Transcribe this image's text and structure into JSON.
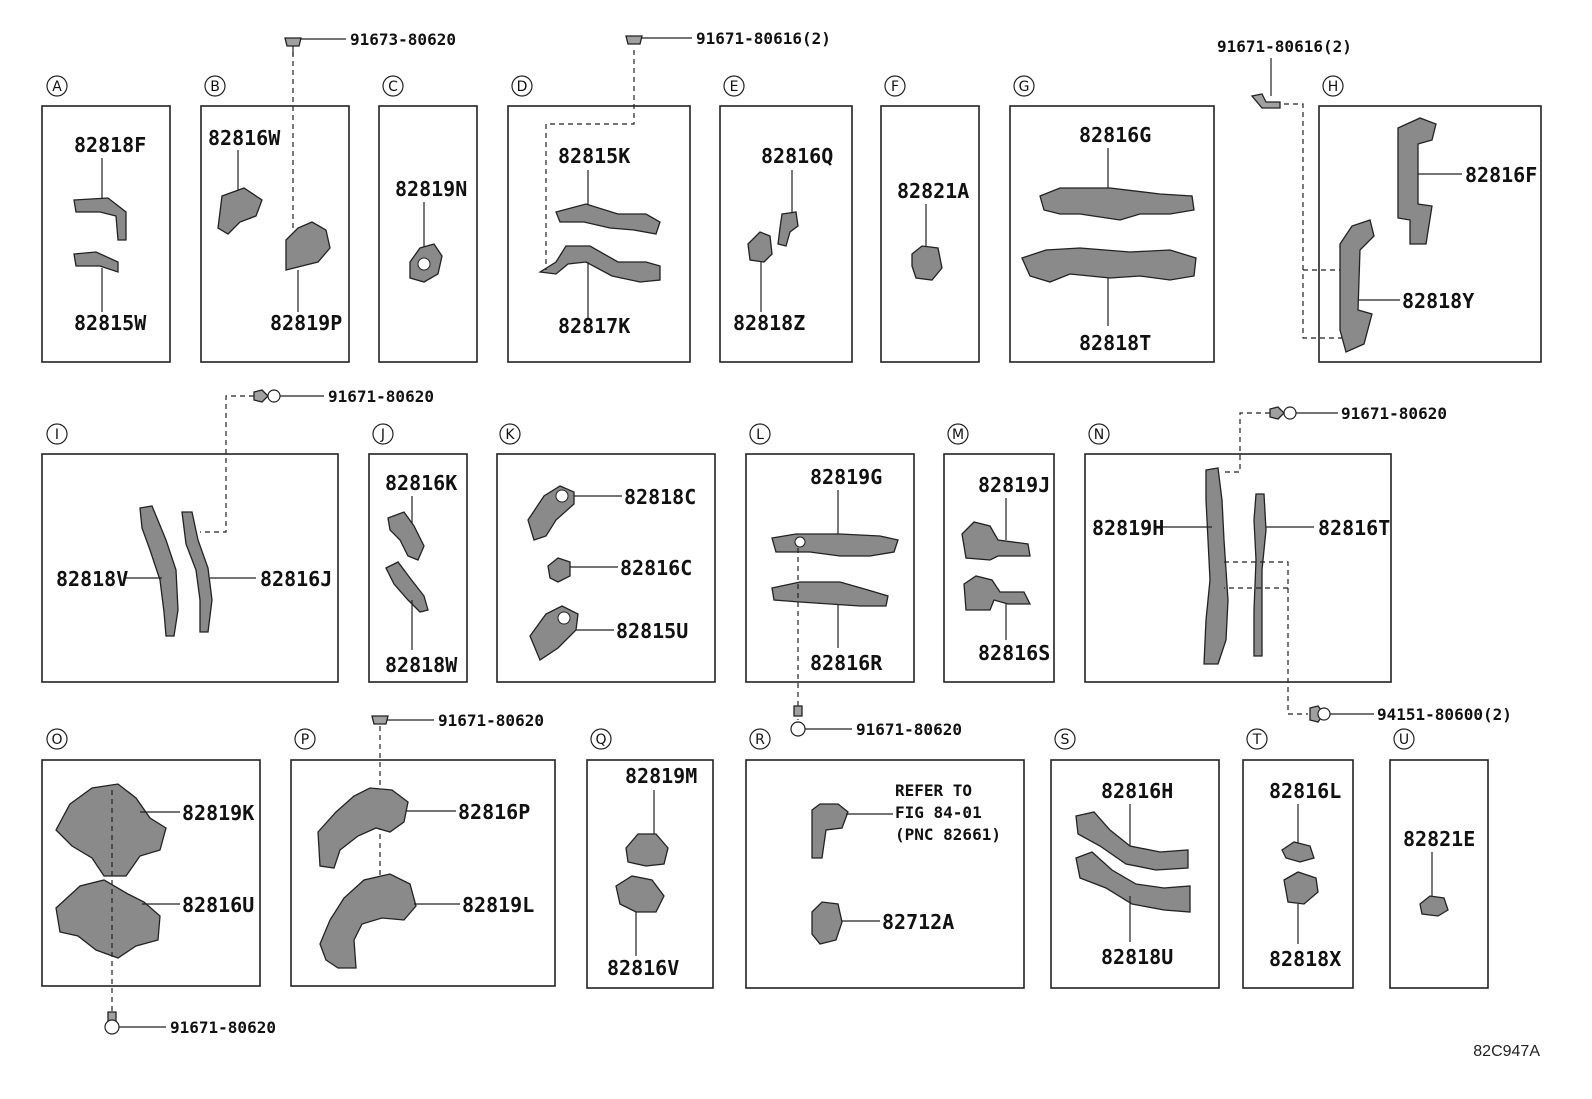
{
  "diagram_code": "82C947A",
  "sections": {
    "A": {
      "letter": "A",
      "parts": [
        "82818F",
        "82815W"
      ]
    },
    "B": {
      "letter": "B",
      "parts": [
        "82816W",
        "82819P"
      ],
      "bolt": "91673-80620"
    },
    "C": {
      "letter": "C",
      "parts": [
        "82819N"
      ]
    },
    "D": {
      "letter": "D",
      "parts": [
        "82815K",
        "82817K"
      ],
      "bolt": "91671-80616(2)"
    },
    "E": {
      "letter": "E",
      "parts": [
        "82816Q",
        "82818Z"
      ]
    },
    "F": {
      "letter": "F",
      "parts": [
        "82821A"
      ]
    },
    "G": {
      "letter": "G",
      "parts": [
        "82816G",
        "82818T"
      ]
    },
    "H": {
      "letter": "H",
      "parts": [
        "82816F",
        "82818Y"
      ],
      "bolt": "91671-80616(2)"
    },
    "I": {
      "letter": "I",
      "parts": [
        "82818V",
        "82816J"
      ],
      "bolt": "91671-80620"
    },
    "J": {
      "letter": "J",
      "parts": [
        "82816K",
        "82818W"
      ]
    },
    "K": {
      "letter": "K",
      "parts": [
        "82818C",
        "82816C",
        "82815U"
      ]
    },
    "L": {
      "letter": "L",
      "parts": [
        "82819G",
        "82816R"
      ],
      "bolt": "91671-80620"
    },
    "M": {
      "letter": "M",
      "parts": [
        "82819J",
        "82816S"
      ]
    },
    "N": {
      "letter": "N",
      "parts": [
        "82819H",
        "82816T"
      ],
      "bolt": "91671-80620",
      "bolt2": "94151-80600(2)"
    },
    "O": {
      "letter": "O",
      "parts": [
        "82819K",
        "82816U"
      ],
      "bolt": "91671-80620"
    },
    "P": {
      "letter": "P",
      "parts": [
        "82816P",
        "82819L"
      ],
      "bolt": "91671-80620"
    },
    "Q": {
      "letter": "Q",
      "parts": [
        "82819M",
        "82816V"
      ]
    },
    "R": {
      "letter": "R",
      "parts": [
        "82712A"
      ],
      "note": [
        "REFER TO",
        "FIG 84-01",
        "(PNC 82661)"
      ]
    },
    "S": {
      "letter": "S",
      "parts": [
        "82816H",
        "82818U"
      ]
    },
    "T": {
      "letter": "T",
      "parts": [
        "82816L",
        "82818X"
      ]
    },
    "U": {
      "letter": "U",
      "parts": [
        "82821E"
      ]
    }
  }
}
